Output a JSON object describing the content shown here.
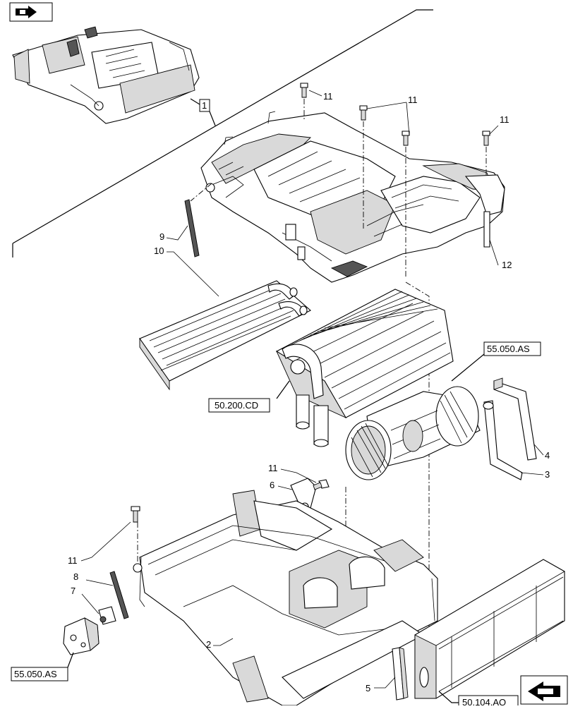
{
  "nav_icons": {
    "top_left": "arrow-right-icon",
    "bottom_right": "arrow-left-icon"
  },
  "references": {
    "assembly_key": "1",
    "ref_50_200_cd": "50.200.CD",
    "ref_55_050_as_top": "55.050.AS",
    "ref_55_050_as_bottom": "55.050.AS",
    "ref_50_104_aq": "50.104.AQ"
  },
  "callouts": {
    "c11a": "11",
    "c11b": "11",
    "c11c": "11",
    "c11d": "11",
    "c11e": "11",
    "c9": "9",
    "c10": "10",
    "c12": "12",
    "c4": "4",
    "c3": "3",
    "c6": "6",
    "c8": "8",
    "c7": "7",
    "c2": "2",
    "c5": "5"
  }
}
